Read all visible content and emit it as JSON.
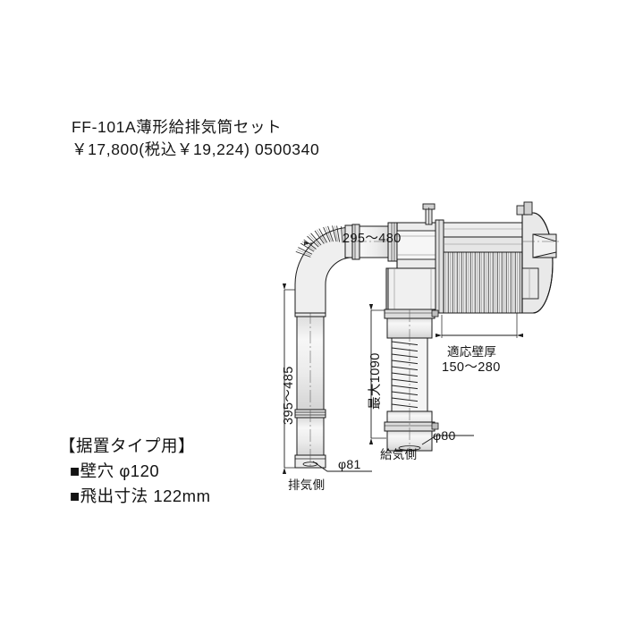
{
  "header": {
    "product_name": "FF-101A薄形給排気筒セット",
    "price_line": "￥17,800(税込￥19,224) 0500340"
  },
  "spec_block": {
    "heading": "【据置タイプ用】",
    "items": [
      "■壁穴  φ120",
      "■飛出寸法  122mm"
    ]
  },
  "diagram": {
    "caption_dimensions": {
      "horizontal_span": "295〜480",
      "vertical_span": "395〜485",
      "max_length": "最大1090",
      "wall_thickness_label": "適応壁厚",
      "wall_thickness_value": "150〜280"
    },
    "callouts": {
      "exhaust_diameter": "φ81",
      "exhaust_side": "排気側",
      "supply_diameter": "φ80",
      "supply_side": "給気側"
    }
  },
  "colors": {
    "line": "#1a1a1a",
    "fill_light": "#f2f2f2",
    "fill_mid": "#e2e2e2",
    "fill_dark": "#cfcfcf",
    "background": "#ffffff",
    "text": "#141414"
  }
}
